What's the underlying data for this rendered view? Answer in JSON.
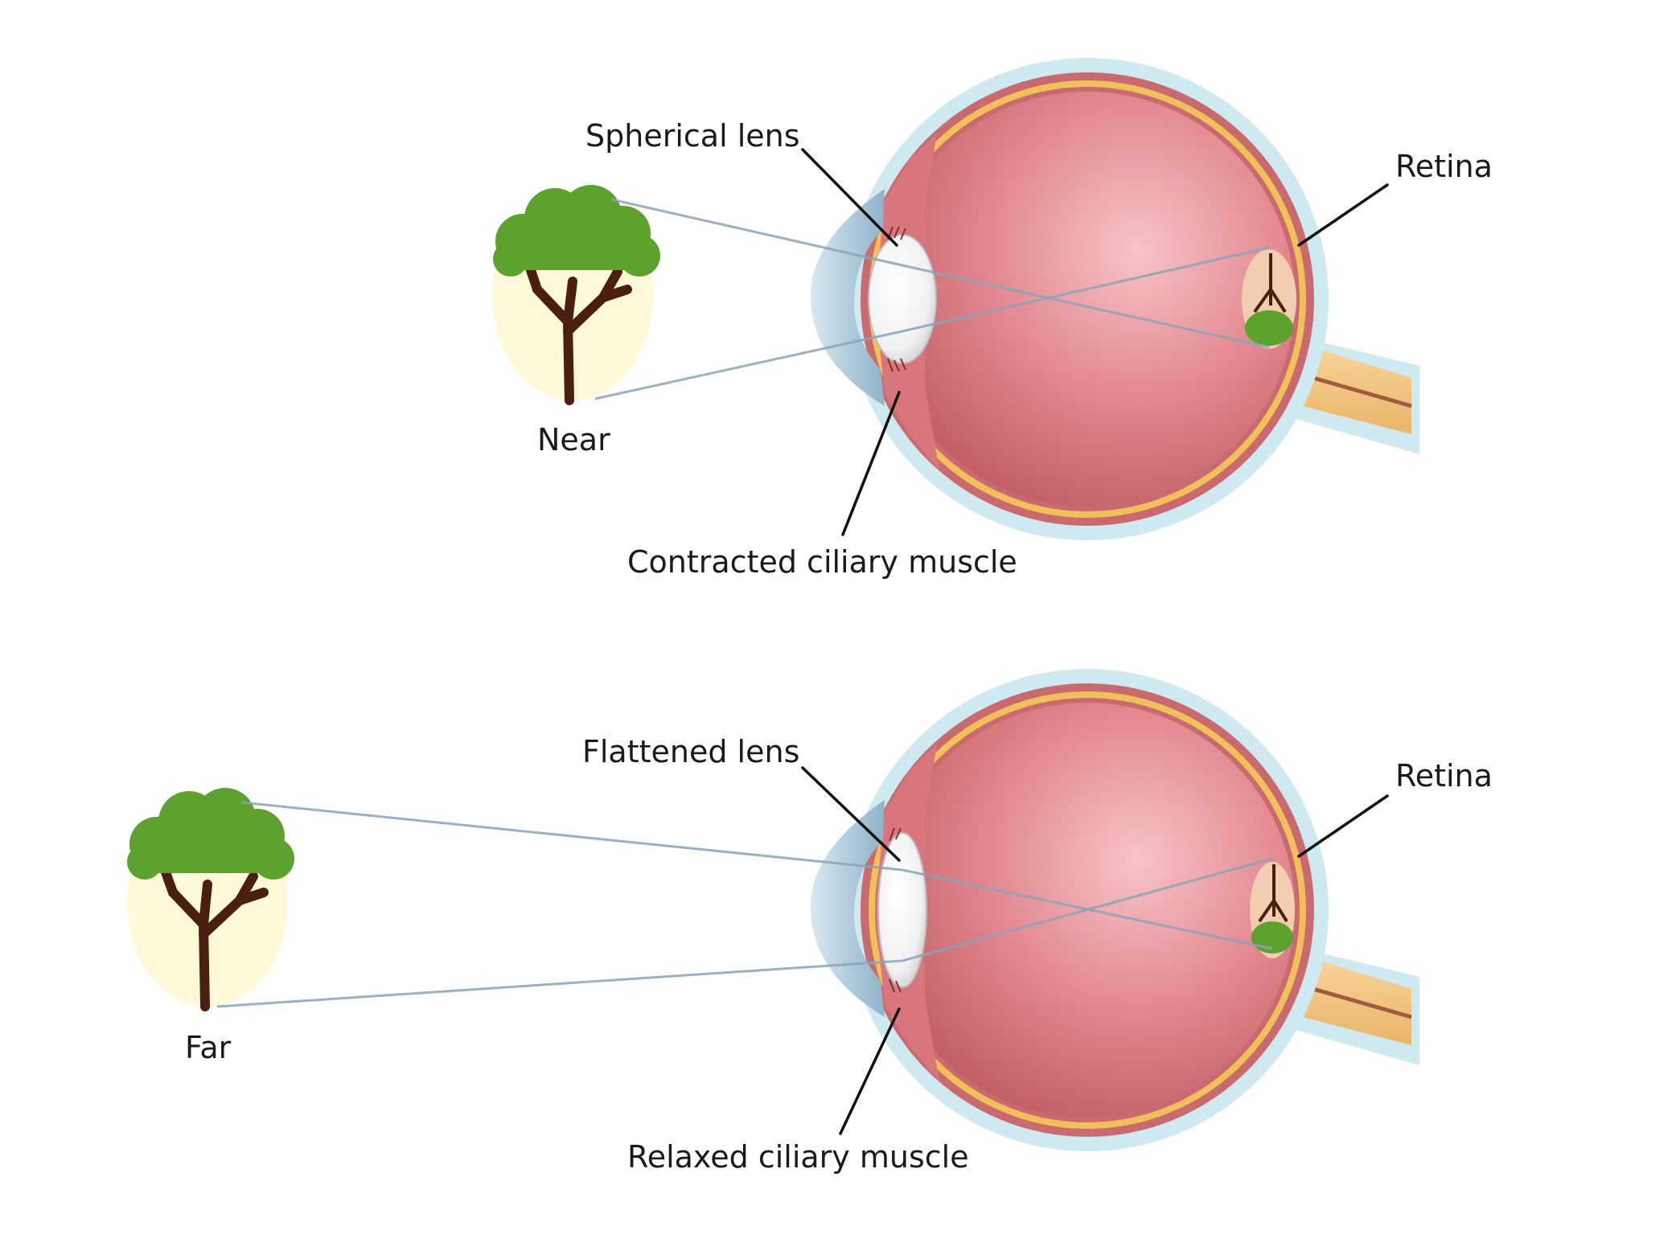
{
  "near_panel": {
    "object_label": "Near",
    "lens_label": "Spherical lens",
    "muscle_label": "Contracted ciliary muscle",
    "retina_label": "Retina"
  },
  "far_panel": {
    "object_label": "Far",
    "lens_label": "Flattened lens",
    "muscle_label": "Relaxed ciliary muscle",
    "retina_label": "Retina"
  },
  "colors": {
    "sclera_outer": "#cfe9f0",
    "choroid": "#c96a6f",
    "retina_band": "#f2c05a",
    "vitreous": "#e07f88",
    "cornea": "#a9c8da",
    "lens": "#f2f2f2",
    "optic_nerve": "#f4c77e",
    "tree_foliage": "#5da22f",
    "tree_trunk": "#4a1f12",
    "object_backdrop": "#fff9d9",
    "ray": "#8aa3b8"
  }
}
